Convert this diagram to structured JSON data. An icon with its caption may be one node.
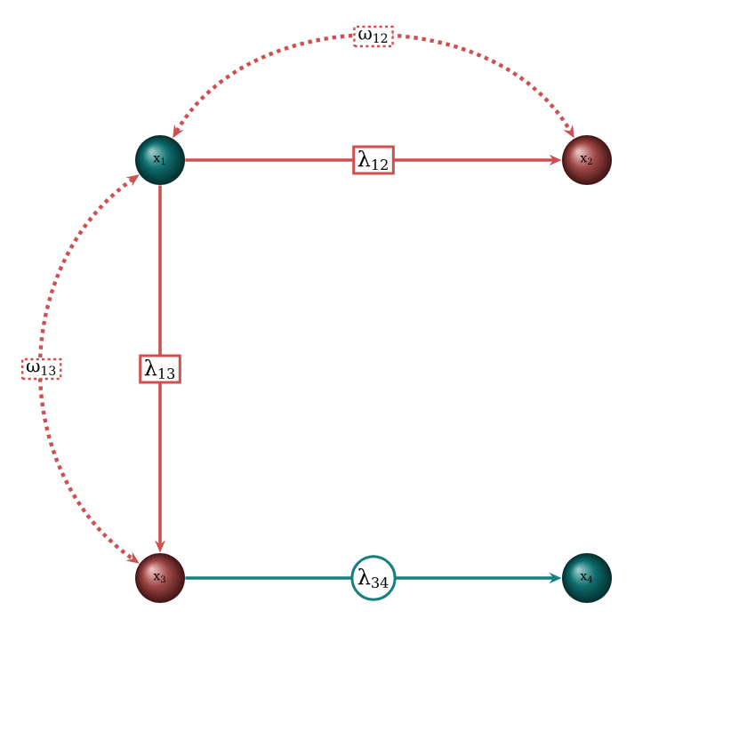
{
  "diagram": {
    "nodes": [
      {
        "text": [
          "x$_{1}$"
        ]
      },
      {
        "text": [
          "x$_{2}$"
        ]
      },
      {
        "text": [
          "x$_{3}$"
        ]
      },
      {
        "text": [
          "x$_{4}$"
        ]
      }
    ],
    "edges": [
      {
        "from": 0,
        "to": 1,
        "arrow": "to",
        "label": "λ$_{12}$"
      },
      {
        "from": 0,
        "to": 1,
        "arrow": "both",
        "label": "ω$_{12}$",
        "style": "dashed"
      },
      {
        "from": 0,
        "to": 2,
        "arrow": "to",
        "label": "λ$_{13}$"
      },
      {
        "from": 0,
        "to": 2,
        "arrow": "both",
        "label": "ω$_{13}$",
        "style": "dashed"
      },
      {
        "from": 2,
        "to": 3,
        "arrow": "to",
        "label": "λ$_{34}$",
        "color": "#15807f"
      }
    ]
  }
}
